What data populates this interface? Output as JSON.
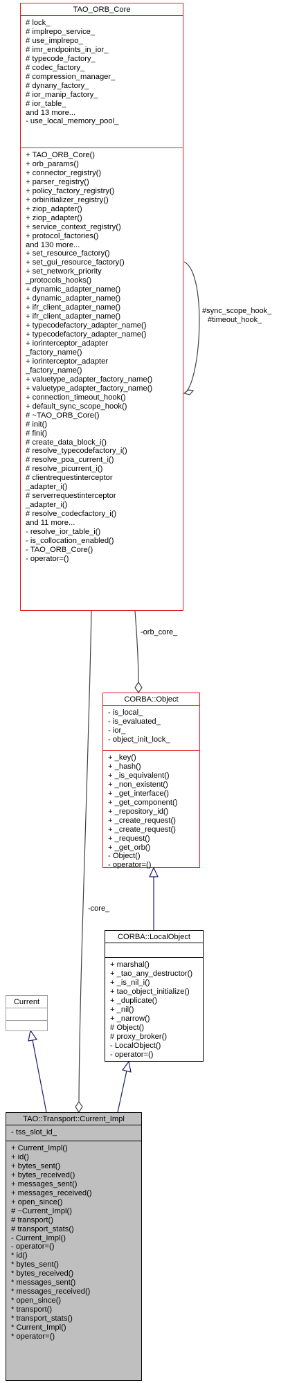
{
  "classes": {
    "orb_core": {
      "title": "TAO_ORB_Core",
      "attributes": [
        "# lock_",
        "# implrepo_service_",
        "# use_implrepo_",
        "# imr_endpoints_in_ior_",
        "# typecode_factory_",
        "# codec_factory_",
        "# compression_manager_",
        "# dynany_factory_",
        "# ior_manip_factory_",
        "# ior_table_",
        "and 13 more...",
        "- use_local_memory_pool_"
      ],
      "operations": [
        "+ TAO_ORB_Core()",
        "+ orb_params()",
        "+ connector_registry()",
        "+ parser_registry()",
        "+ policy_factory_registry()",
        "+ orbinitializer_registry()",
        "+ ziop_adapter()",
        "+ ziop_adapter()",
        "+ service_context_registry()",
        "+ protocol_factories()",
        "and 130 more...",
        "+ set_resource_factory()",
        "+ set_gui_resource_factory()",
        "+ set_network_priority",
        "_protocols_hooks()",
        "+ dynamic_adapter_name()",
        "+ dynamic_adapter_name()",
        "+ ifr_client_adapter_name()",
        "+ ifr_client_adapter_name()",
        "+ typecodefactory_adapter_name()",
        "+ typecodefactory_adapter_name()",
        "+ iorinterceptor_adapter",
        "_factory_name()",
        "+ iorinterceptor_adapter",
        "_factory_name()",
        "+ valuetype_adapter_factory_name()",
        "+ valuetype_adapter_factory_name()",
        "+ connection_timeout_hook()",
        "+ default_sync_scope_hook()",
        "# ~TAO_ORB_Core()",
        "# init()",
        "# fini()",
        "# create_data_block_i()",
        "# resolve_typecodefactory_i()",
        "# resolve_poa_current_i()",
        "# resolve_picurrent_i()",
        "# clientrequestinterceptor",
        "_adapter_i()",
        "# serverrequestinterceptor",
        "_adapter_i()",
        "# resolve_codecfactory_i()",
        "and 11 more...",
        "- resolve_ior_table_i()",
        "- is_collocation_enabled()",
        "- TAO_ORB_Core()",
        "- operator=()"
      ]
    },
    "corba_object": {
      "title": "CORBA::Object",
      "attributes": [
        "- is_local_",
        "- is_evaluated_",
        "- ior_",
        "- object_init_lock_"
      ],
      "operations": [
        "+ _key()",
        "+ _hash()",
        "+ _is_equivalent()",
        "+ _non_existent()",
        "+ _get_interface()",
        "+ _get_component()",
        "+ _repository_id()",
        "+ _create_request()",
        "+ _create_request()",
        "+ _request()",
        "+ _get_orb()",
        "- Object()",
        "- operator=()"
      ]
    },
    "local_object": {
      "title": "CORBA::LocalObject",
      "attributes": [],
      "operations": [
        "+ marshal()",
        "+ _tao_any_destructor()",
        "+ _is_nil_i()",
        "+ tao_object_initialize()",
        "+ _duplicate()",
        "+ _nil()",
        "+ _narrow()",
        "# Object()",
        "# proxy_broker()",
        "- LocalObject()",
        "- operator=()"
      ]
    },
    "current": {
      "title": "Current",
      "attributes": [],
      "operations": []
    },
    "current_impl": {
      "title": "TAO::Transport::Current_Impl",
      "attributes": [
        "- tss_slot_id_"
      ],
      "operations": [
        "+ Current_Impl()",
        "+ id()",
        "+ bytes_sent()",
        "+ bytes_received()",
        "+ messages_sent()",
        "+ messages_received()",
        "+ open_since()",
        "# ~Current_Impl()",
        "# transport()",
        "# transport_stats()",
        "- Current_Impl()",
        "- operator=()",
        "* id()",
        "* bytes_sent()",
        "* bytes_received()",
        "* messages_sent()",
        "* messages_received()",
        "* open_since()",
        "* transport()",
        "* transport_stats()",
        "* Current_Impl()",
        "* operator=()"
      ]
    }
  },
  "edge_labels": {
    "self_loop_1": "#sync_scope_hook_",
    "self_loop_2": "#timeout_hook_",
    "orb_core_member": "-orb_core_",
    "core_member": "-core_"
  },
  "colors": {
    "highlight_border": "#e0191c",
    "inheritance_arrow": "#191970",
    "usage_arrow": "#404040",
    "focus_fill": "#bfbfbf"
  }
}
